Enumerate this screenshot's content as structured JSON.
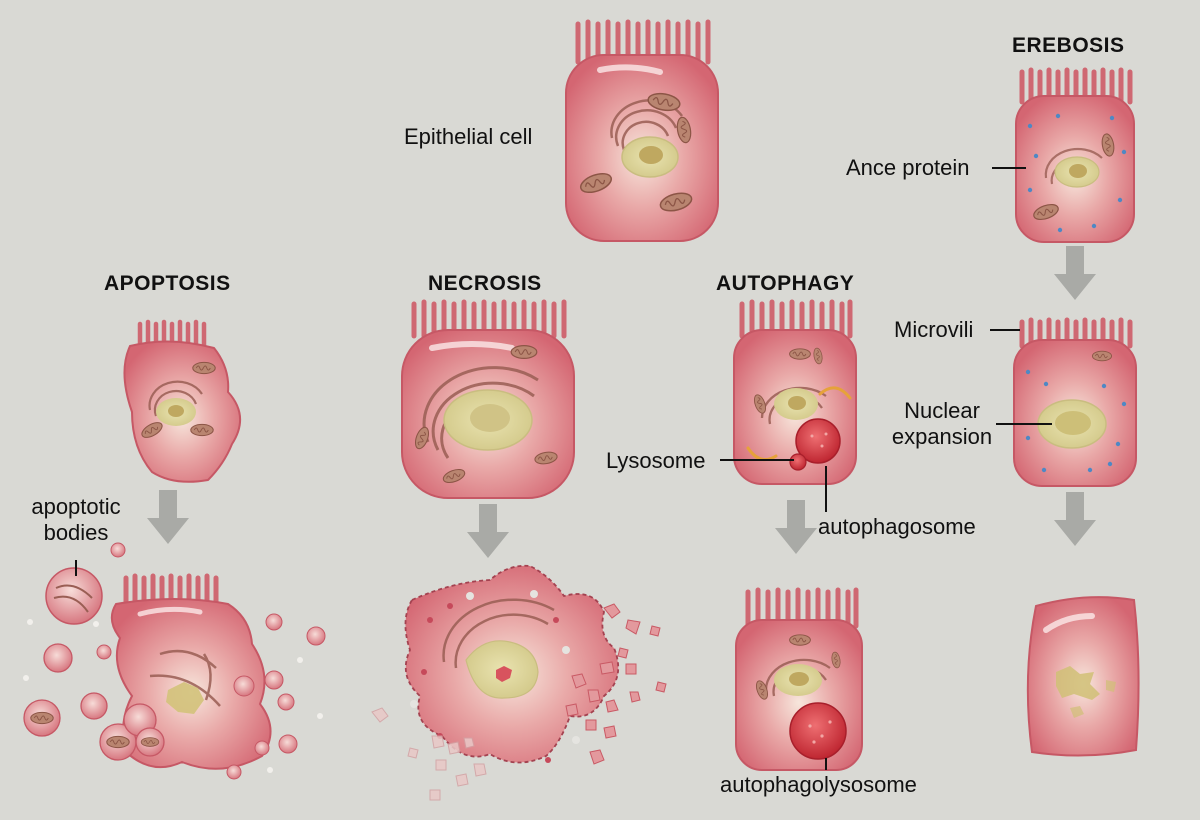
{
  "headers": {
    "apoptosis": "APOPTOSIS",
    "necrosis": "NECROSIS",
    "autophagy": "AUTOPHAGY",
    "erebosis": "EREBOSIS"
  },
  "labels": {
    "epithelial_cell": "Epithelial cell",
    "ance_protein": "Ance protein",
    "microvili": "Microvili",
    "nuclear_expansion": "Nuclear expansion",
    "apoptotic_bodies": "apoptotic bodies",
    "lysosome": "Lysosome",
    "autophagosome": "autophagosome",
    "autophagolysosome": "autophagolysosome"
  },
  "colors": {
    "background": "#d9d9d4",
    "cell_body": "#d9707a",
    "cell_glow": "#f6e0d8",
    "nucleus": "#ddd79a",
    "nucleolus": "#bfa860",
    "organelle": "#a26658",
    "arrow": "#a9aaa6",
    "lysosome": "#d8363f",
    "vesicle": "#e6a23a",
    "ance_dot": "#4f88c4"
  }
}
